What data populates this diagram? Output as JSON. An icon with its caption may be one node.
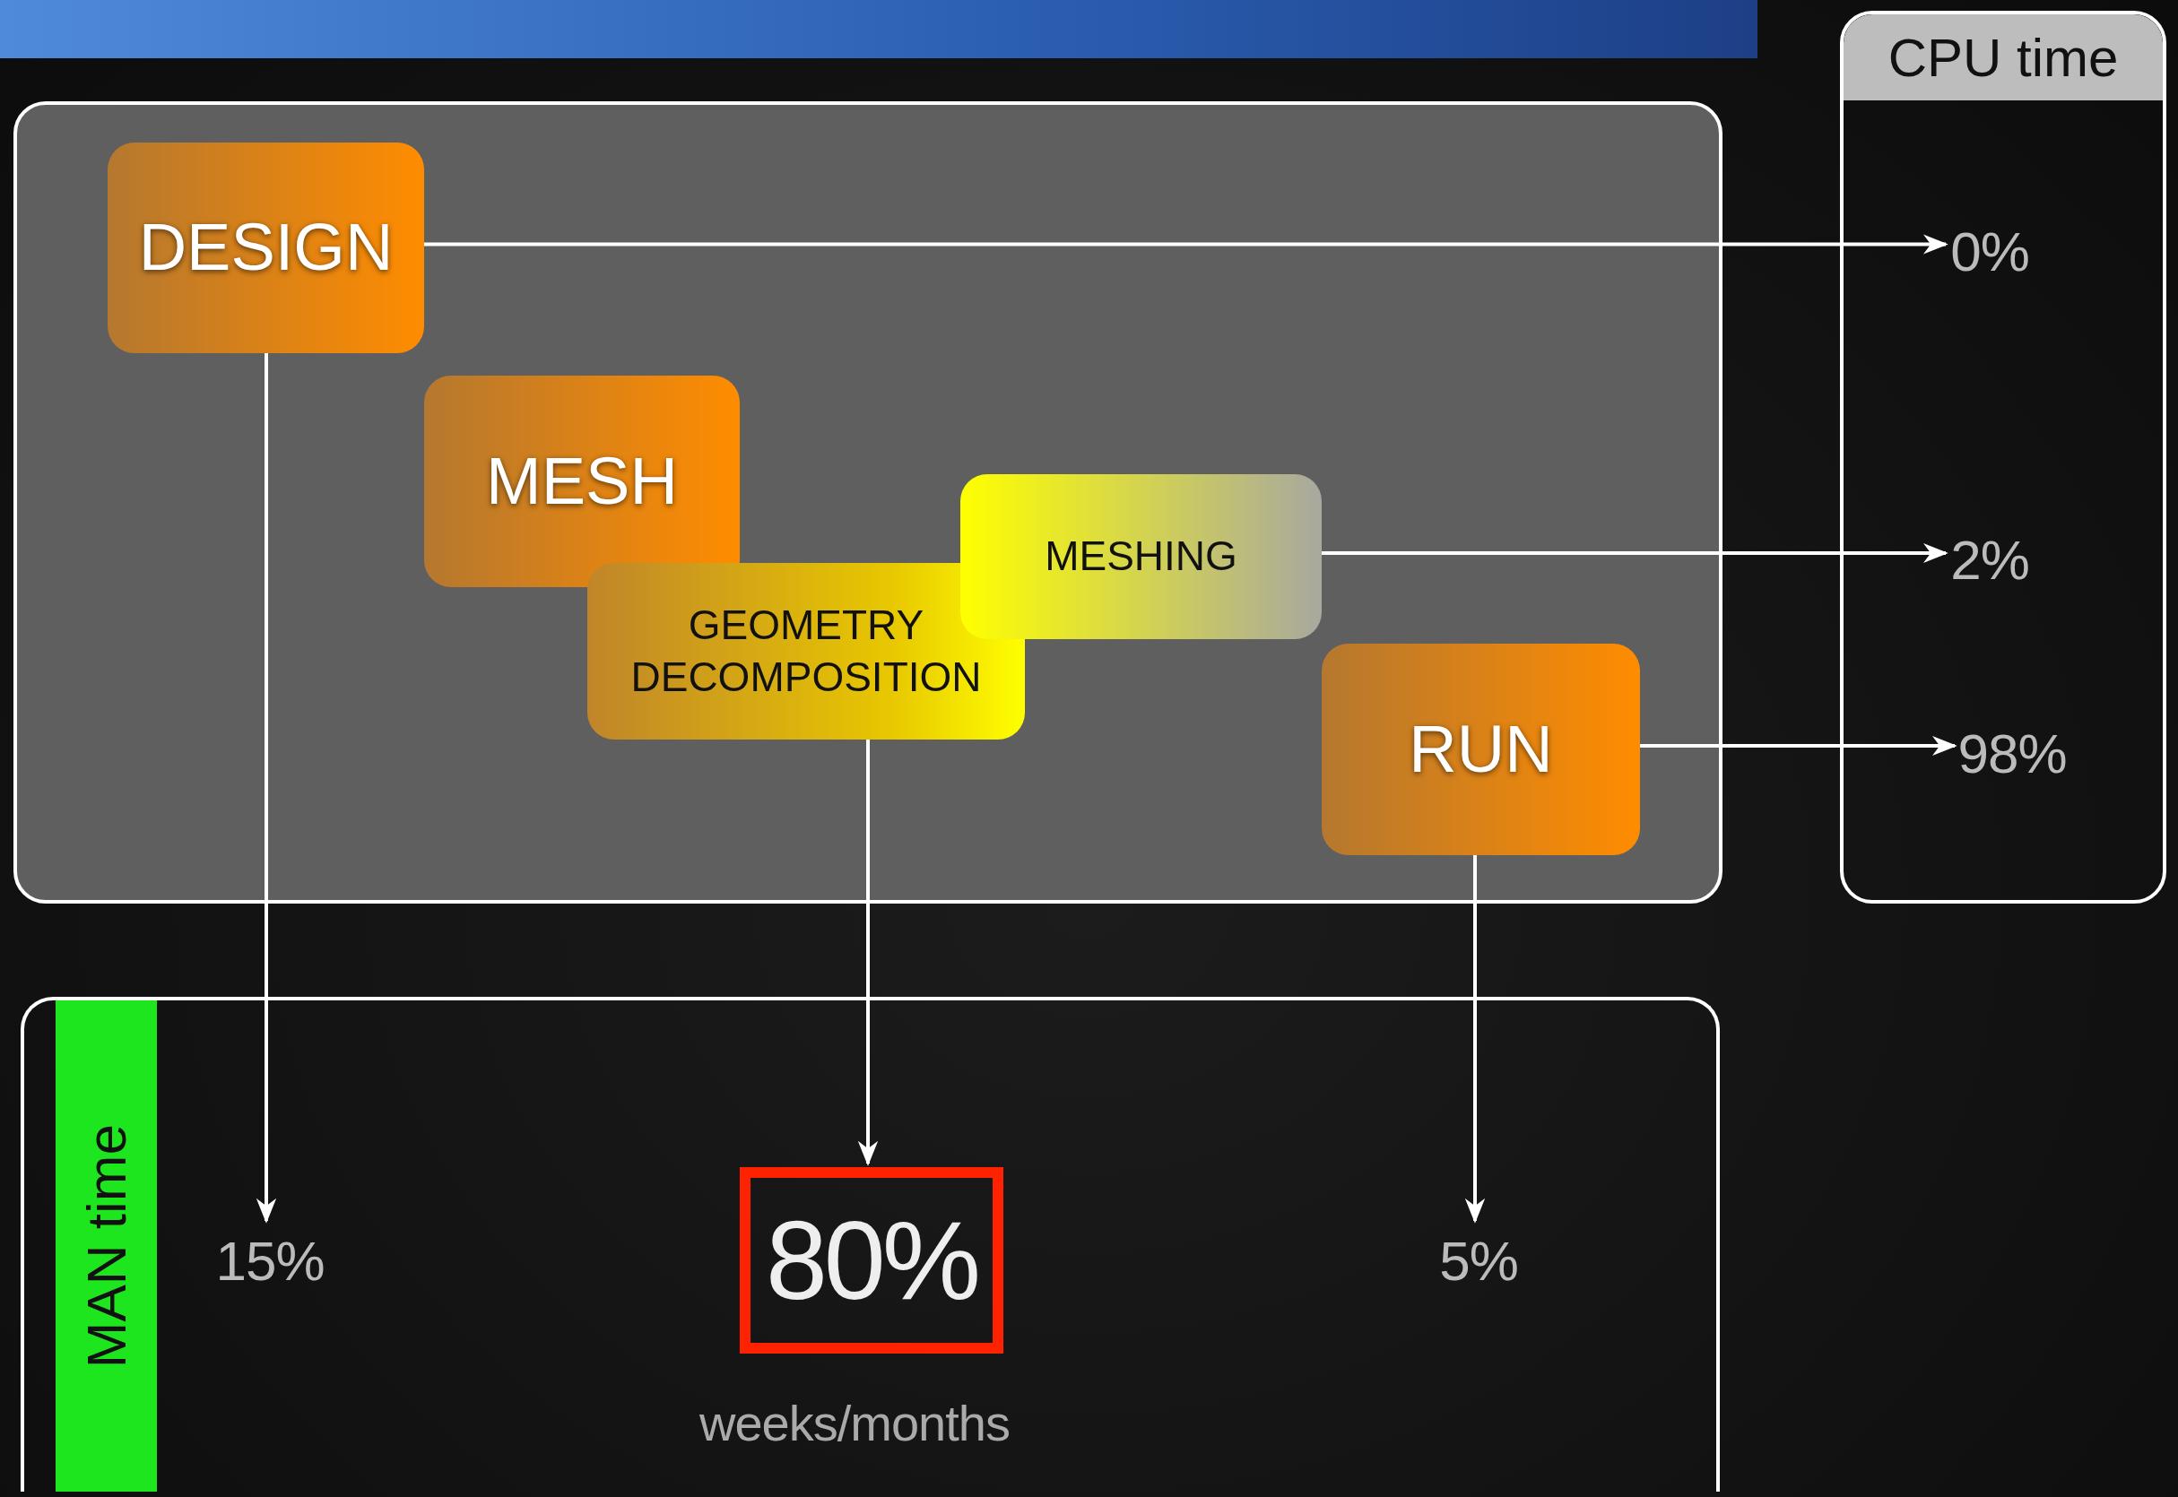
{
  "diagram": {
    "nodes": [
      {
        "text": [],
        "shape": "box"
      },
      {
        "text": [
          "DESIGN"
        ],
        "in": 0
      },
      {
        "text": [
          "MESH"
        ],
        "in": 0
      },
      {
        "text": [
          "GEOMETRY DECOMPOSITION"
        ],
        "in": 0
      },
      {
        "text": [
          "MESHING"
        ],
        "in": 0
      },
      {
        "text": [
          "RUN"
        ],
        "in": 0
      },
      {
        "text": [
          "CPU time"
        ]
      },
      {
        "text": [
          "0%"
        ],
        "in": 6
      },
      {
        "text": [
          "2%"
        ],
        "in": 6
      },
      {
        "text": [
          "98%"
        ],
        "in": 6
      },
      {
        "text": [
          "MAN time"
        ]
      },
      {
        "text": [
          "15%"
        ],
        "in": 10
      },
      {
        "text": [
          "80%"
        ],
        "in": 10
      },
      {
        "text": [
          "5%"
        ],
        "in": 10
      }
    ],
    "edges": [
      {
        "from": 1,
        "to": 7,
        "arrow": "to"
      },
      {
        "from": 4,
        "to": 8,
        "arrow": "to"
      },
      {
        "from": 5,
        "to": 9,
        "arrow": "to"
      },
      {
        "from": 1,
        "to": 11,
        "arrow": "to"
      },
      {
        "from": 3,
        "to": 12,
        "arrow": "to"
      },
      {
        "from": 5,
        "to": 13,
        "arrow": "to"
      }
    ],
    "labels": [
      "weeks/months"
    ]
  }
}
